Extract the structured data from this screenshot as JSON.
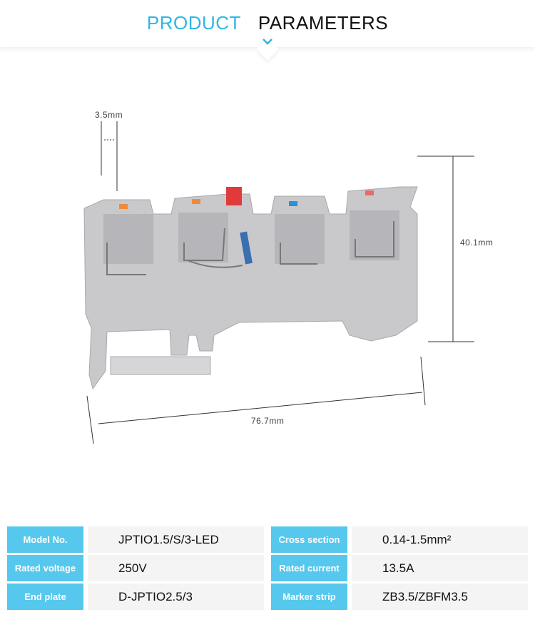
{
  "header": {
    "title_accent": "PRODUCT",
    "title_main": "PARAMETERS"
  },
  "dimensions": {
    "pitch": "3.5mm",
    "height": "40.1mm",
    "length": "76.7mm"
  },
  "params": [
    {
      "label": "Model No.",
      "value": "JPTIO1.5/S/3-LED"
    },
    {
      "label": "Cross section",
      "value": "0.14-1.5mm²"
    },
    {
      "label": "Rated voltage",
      "value": "250V"
    },
    {
      "label": "Rated current",
      "value": "13.5A"
    },
    {
      "label": "End plate",
      "value": "D-JPTIO2.5/3"
    },
    {
      "label": "Marker strip",
      "value": "ZB3.5/ZBFM3.5"
    }
  ],
  "colors": {
    "accent": "#2db7e6",
    "label_bg": "#56c8ed",
    "value_bg": "#f4f4f4"
  }
}
